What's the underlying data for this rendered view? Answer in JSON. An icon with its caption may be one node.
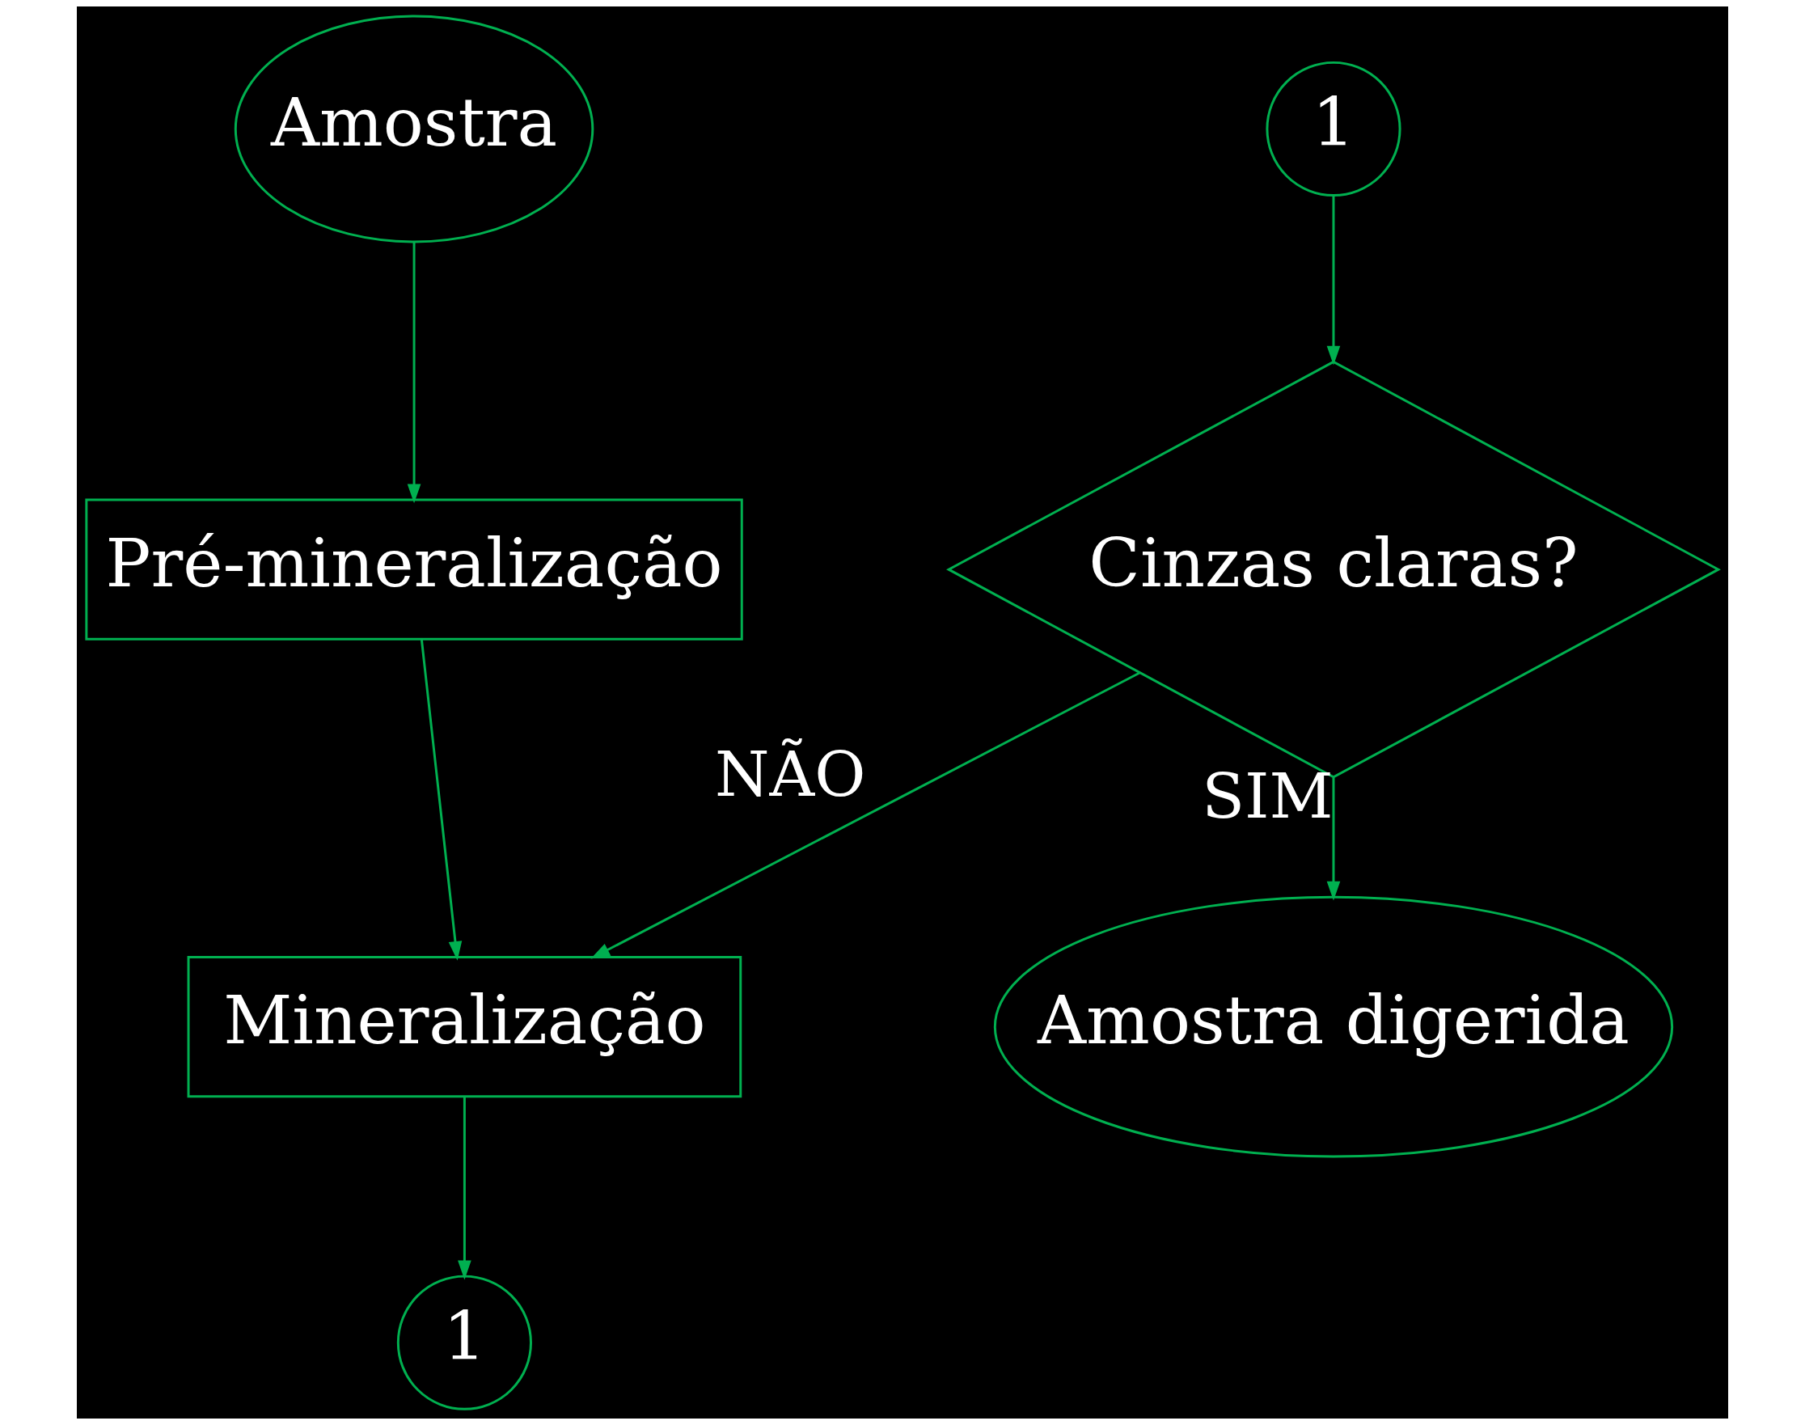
{
  "diagram": {
    "nodes": [
      {
        "text": [
          "Amostra"
        ]
      },
      {
        "text": [
          "Pré-mineralização"
        ]
      },
      {
        "text": [
          "Mineralização"
        ]
      },
      {
        "text": [
          "1"
        ]
      },
      {
        "text": [
          "1"
        ]
      },
      {
        "text": [
          "Cinzas claras?"
        ]
      },
      {
        "text": [
          "Amostra digerida"
        ]
      }
    ],
    "edges": [
      {
        "from": 0,
        "to": 1,
        "arrow": "to"
      },
      {
        "from": 1,
        "to": 2,
        "arrow": "to"
      },
      {
        "from": 2,
        "to": 3,
        "arrow": "to"
      },
      {
        "from": 4,
        "to": 5,
        "arrow": "to"
      },
      {
        "from": 5,
        "to": 2,
        "arrow": "to",
        "label": "NÃO"
      },
      {
        "from": 5,
        "to": 6,
        "arrow": "to",
        "label": "SIM"
      }
    ]
  }
}
